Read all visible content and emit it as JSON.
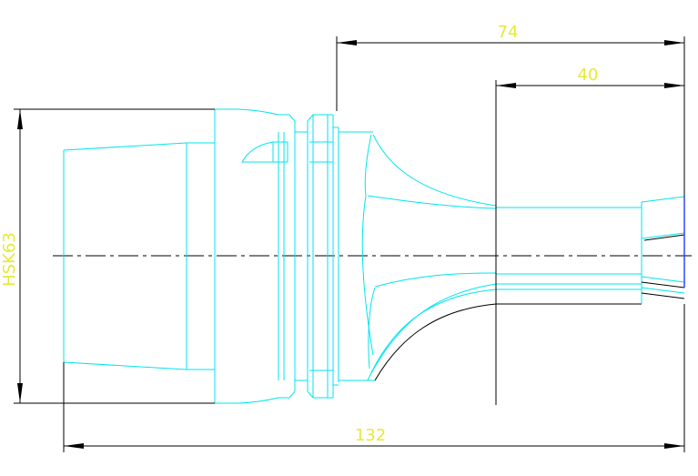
{
  "dimensions": {
    "overall_length": "132",
    "upper_length": "74",
    "neck_length": "40",
    "shank_label": "HSK63"
  },
  "colors": {
    "outline": "#00e5ee",
    "dimension_lines": "#000000",
    "dimension_text": "#e8e83a",
    "nose_edge": "#1f3cff"
  }
}
